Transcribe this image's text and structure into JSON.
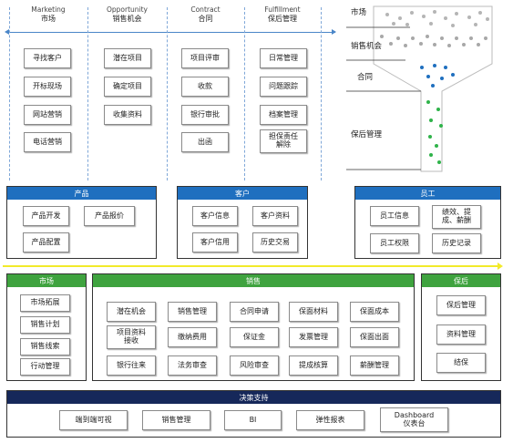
{
  "stages": [
    {
      "en": "Marketing",
      "zh": "市场",
      "items": [
        "寻找客户",
        "开标现场",
        "网站营销",
        "电话营销"
      ]
    },
    {
      "en": "Opportunity",
      "zh": "销售机会",
      "items": [
        "潜在项目",
        "确定项目",
        "收集资料"
      ]
    },
    {
      "en": "Contract",
      "zh": "合同",
      "items": [
        "项目评审",
        "收款",
        "银行审批",
        "出函"
      ]
    },
    {
      "en": "Fulfillment",
      "zh": "保后管理",
      "items": [
        "日常管理",
        "问题跟踪",
        "档案管理",
        "担保责任\n解除"
      ]
    }
  ],
  "funnel": {
    "labels": [
      "市场",
      "销售机会",
      "合同",
      "保后管理"
    ],
    "colors": {
      "market": "#b5b5b5",
      "opportunity": "#a8a8a8",
      "contract": "#1f6fbf",
      "fulfillment": "#2fb34a"
    }
  },
  "product": {
    "title": "产品",
    "items": [
      "产品开发",
      "产品报价",
      "产品配置"
    ]
  },
  "customer": {
    "title": "客户",
    "items": [
      "客户信息",
      "客户资料",
      "客户信用",
      "历史交易"
    ]
  },
  "employee": {
    "title": "员工",
    "items": [
      "员工信息",
      "绩效、提\n成、薪酬",
      "员工权限",
      "历史记录"
    ]
  },
  "market": {
    "title": "市场",
    "items": [
      "市场拓展",
      "销售计划",
      "销售线索",
      "行动管理"
    ]
  },
  "sales": {
    "title": "销售",
    "items": [
      "潜在机会",
      "销售管理",
      "合同申请",
      "保面材料",
      "保面成本",
      "项目资料\n接收",
      "缴纳费用",
      "保证金",
      "发票管理",
      "保面出面",
      "银行往来",
      "法务审查",
      "风险审查",
      "提成核算",
      "薪酬管理"
    ]
  },
  "aftercare": {
    "title": "保后",
    "items": [
      "保后管理",
      "资料管理",
      "结保"
    ]
  },
  "decision": {
    "title": "决策支持",
    "items": [
      "端到端可视",
      "销售管理",
      "BI",
      "弹性报表",
      "Dashboard\n仪表台"
    ]
  },
  "colors": {
    "blue_header": "#1f6fbf",
    "green_header": "#3fa33f",
    "navy_header": "#16285a",
    "divider": "#f2ea2a"
  }
}
